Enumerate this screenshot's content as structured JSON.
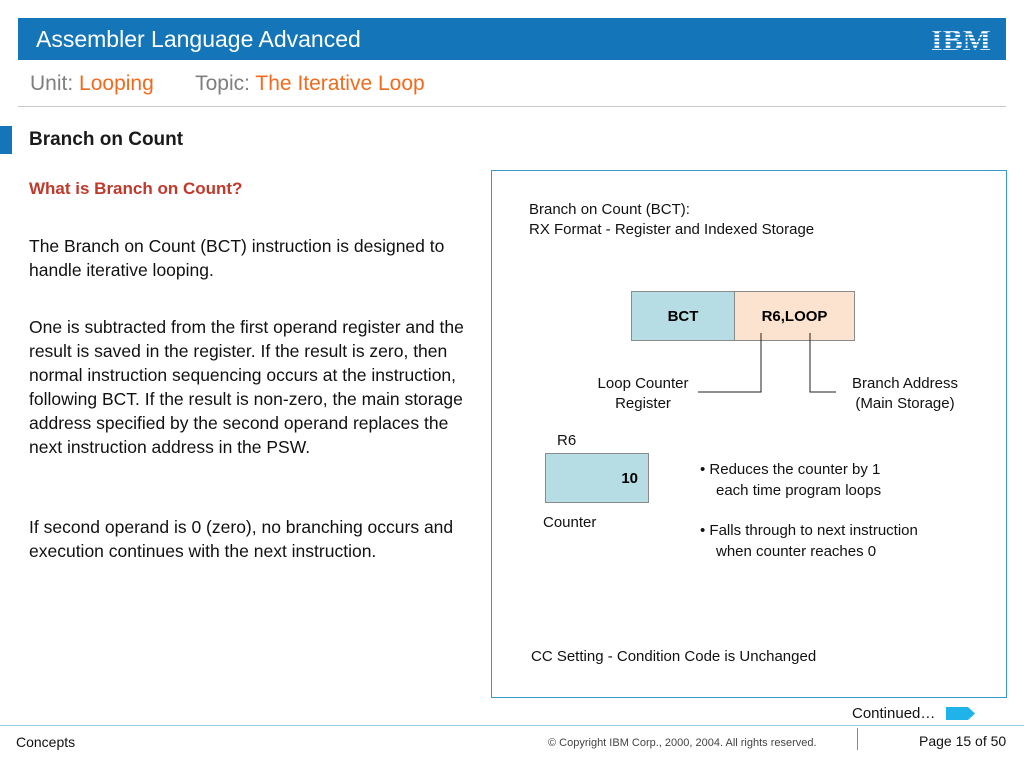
{
  "header": {
    "app_title": "Assembler Language Advanced",
    "logo_text": "IBM",
    "unit_label": "Unit:",
    "unit_value": "Looping",
    "topic_label": "Topic:",
    "topic_value": "The Iterative Loop"
  },
  "colors": {
    "header_blue": "#1476b8",
    "highlight_orange": "#f26b1d",
    "question_red": "#c0392b",
    "register_teal": "#b6dde4",
    "operand_peach": "#fbe3cf",
    "arrow_cyan": "#1fb3ea"
  },
  "content": {
    "section_title": "Branch on Count",
    "question": "What is Branch on Count?",
    "paragraphs": [
      "The Branch on Count (BCT) instruction is designed to handle iterative looping.",
      "One is subtracted from the first operand register and the result is saved in the register. If the result is zero, then normal instruction sequencing occurs at the instruction, following BCT. If the result is non-zero, the main storage address specified by the second operand replaces the next instruction address in the PSW.",
      "If second operand is 0 (zero), no branching occurs and execution continues with the next instruction."
    ]
  },
  "diagram": {
    "format_title": "Branch on Count (BCT):",
    "format_desc": "RX Format - Register and Indexed Storage",
    "opcode": "BCT",
    "operands": "R6,LOOP",
    "loop_counter_label": [
      "Loop Counter",
      "Register"
    ],
    "branch_address_label": [
      "Branch Address",
      "(Main Storage)"
    ],
    "register_name": "R6",
    "register_value": "10",
    "counter_label": "Counter",
    "bullets": [
      [
        "• Reduces the counter by 1",
        "each time program loops"
      ],
      [
        "• Falls through to next instruction",
        "when counter reaches 0"
      ]
    ],
    "cc_setting": "CC Setting - Condition Code is Unchanged"
  },
  "footer": {
    "left_text": "Concepts",
    "copyright": "© Copyright IBM Corp., 2000, 2004. All rights reserved.",
    "page": "Page 15 of 50",
    "continued": "Continued…",
    "next_icon": "right-arrow-icon"
  }
}
